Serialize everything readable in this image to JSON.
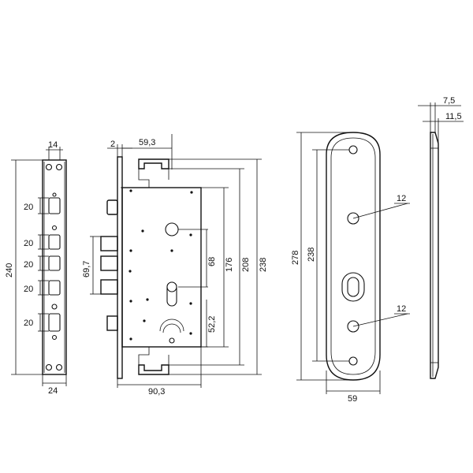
{
  "faceplate": {
    "dim_top_width": "14",
    "dim_height": "240",
    "dim_bottom_width": "24",
    "spacings": [
      "20",
      "20",
      "20",
      "20",
      "20"
    ]
  },
  "lock_body": {
    "dim_offset": "2",
    "dim_backset": "59,3",
    "dim_bolt_zone": "69,7",
    "dim_68": "68",
    "dim_52_2": "52,2",
    "dim_176": "176",
    "dim_208": "208",
    "dim_238": "238",
    "dim_width": "90,3"
  },
  "escutcheon": {
    "dim_total_height": "278",
    "dim_hole_spacing": "238",
    "dim_upper_hole": "12",
    "dim_lower_hole": "12",
    "dim_width": "59"
  },
  "side_profile": {
    "dim_thin": "7,5",
    "dim_thick": "11,5"
  }
}
